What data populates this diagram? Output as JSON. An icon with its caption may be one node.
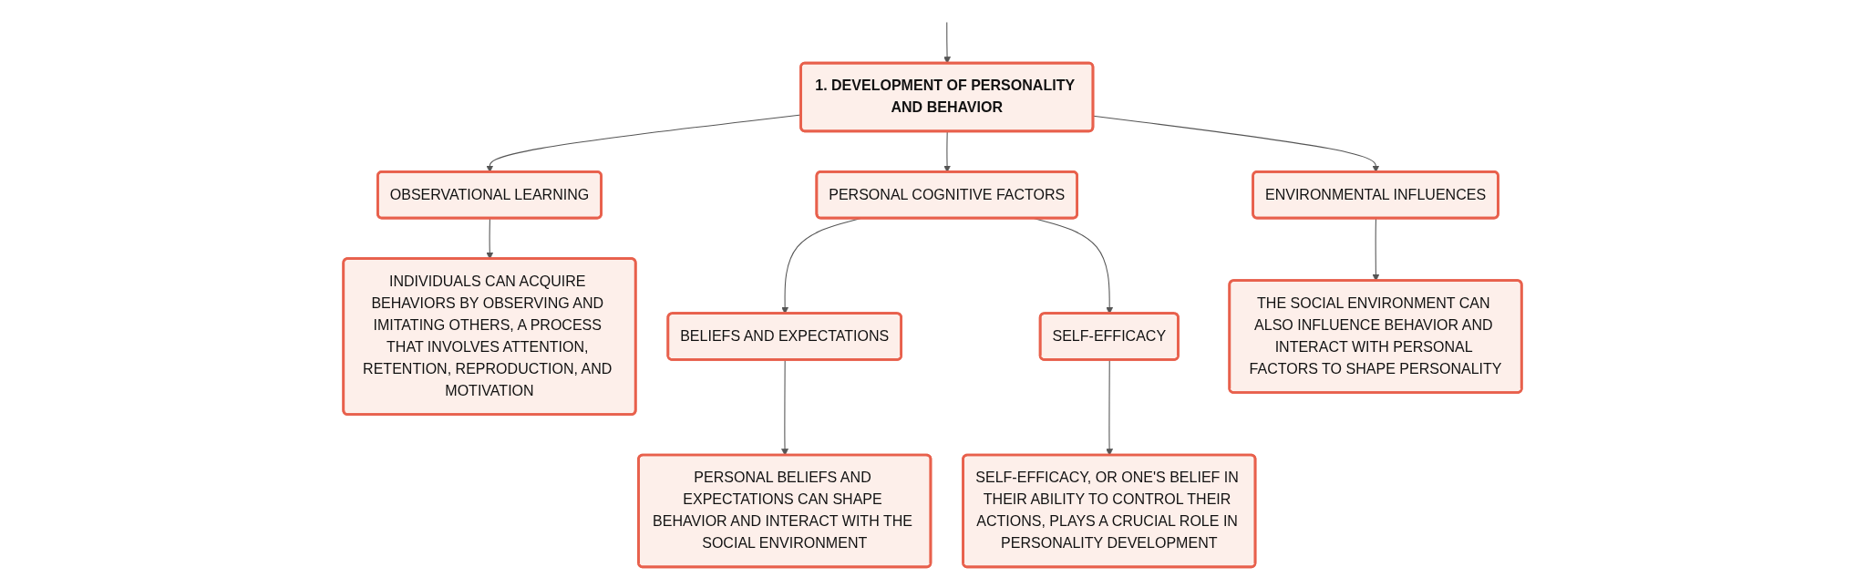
{
  "diagram": {
    "nodes": [
      {
        "text": [
          "1. DEVELOPMENT OF PERSONALITY AND BEHAVIOR"
        ]
      },
      {
        "text": [
          "OBSERVATIONAL LEARNING"
        ]
      },
      {
        "text": [
          "PERSONAL COGNITIVE FACTORS"
        ]
      },
      {
        "text": [
          "ENVIRONMENTAL INFLUENCES"
        ]
      },
      {
        "text": [
          "INDIVIDUALS CAN ACQUIRE BEHAVIORS BY OBSERVING AND IMITATING OTHERS, A PROCESS THAT INVOLVES ATTENTION, RETENTION, REPRODUCTION, AND MOTIVATION"
        ]
      },
      {
        "text": [
          "BELIEFS AND EXPECTATIONS"
        ]
      },
      {
        "text": [
          "SELF-EFFICACY"
        ]
      },
      {
        "text": [
          "THE SOCIAL ENVIRONMENT CAN ALSO INFLUENCE BEHAVIOR AND INTERACT WITH PERSONAL FACTORS TO SHAPE PERSONALITY"
        ]
      },
      {
        "text": [
          "PERSONAL BELIEFS AND EXPECTATIONS CAN SHAPE BEHAVIOR AND INTERACT WITH THE SOCIAL ENVIRONMENT"
        ]
      },
      {
        "text": [
          "SELF-EFFICACY, OR ONE'S BELIEF IN THEIR ABILITY TO CONTROL THEIR ACTIONS, PLAYS A CRUCIAL ROLE IN PERSONALITY DEVELOPMENT"
        ]
      }
    ],
    "edges": [
      {
        "from": null,
        "to": 0,
        "arrow": "to"
      },
      {
        "from": 0,
        "to": 1,
        "arrow": "to"
      },
      {
        "from": 0,
        "to": 2,
        "arrow": "to"
      },
      {
        "from": 0,
        "to": 3,
        "arrow": "to"
      },
      {
        "from": 1,
        "to": 4,
        "arrow": "to"
      },
      {
        "from": 2,
        "to": 5,
        "arrow": "to"
      },
      {
        "from": 2,
        "to": 6,
        "arrow": "to"
      },
      {
        "from": 3,
        "to": 7,
        "arrow": "to"
      },
      {
        "from": 5,
        "to": 8,
        "arrow": "to"
      },
      {
        "from": 6,
        "to": 9,
        "arrow": "to"
      }
    ]
  }
}
